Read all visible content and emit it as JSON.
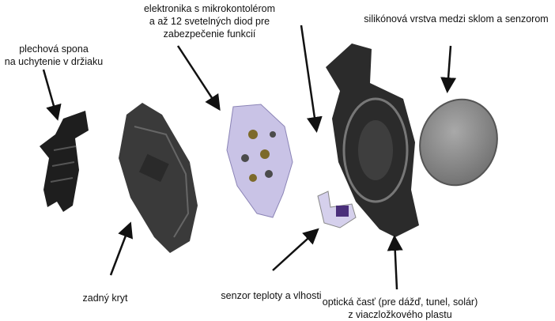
{
  "labels": {
    "electronics": [
      "elektronika s mikrokontolérom",
      "a až 12 svetelných diod pre",
      "zabezpečenie funkcií"
    ],
    "silicone": "silikónová vrstva medzi sklom a senzorom",
    "clip": [
      "plechová spona",
      "na uchytenie v držiaku"
    ],
    "back_cover": "zadný kryt",
    "temp_sensor": "senzor teploty a vlhosti",
    "optical": [
      "optická časť (pre dážď, tunel, solár)",
      "z viaczložkového plastu"
    ]
  }
}
